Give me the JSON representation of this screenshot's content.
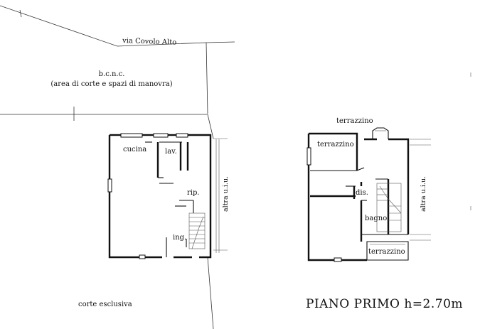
{
  "labels": {
    "street": "via Covolo Alto",
    "bcnc_line1": "b.c.n.c.",
    "bcnc_line2": "(area di corte e spazi di manovra)",
    "cucina": "cucina",
    "lav": "lav.",
    "rip": "rip.",
    "ing": "ing.",
    "altra_uiu_left": "altra u.i.u.",
    "altra_uiu_right": "altra u.i.u.",
    "terrazzino_top": "terrazzino",
    "terrazzino_room": "terrazzino",
    "dis": "dis.",
    "bagno": "bagno",
    "terrazzino_bottom": "terrazzino",
    "corte": "corte esclusiva",
    "floor_title": "PIANO PRIMO h=2.70m"
  }
}
